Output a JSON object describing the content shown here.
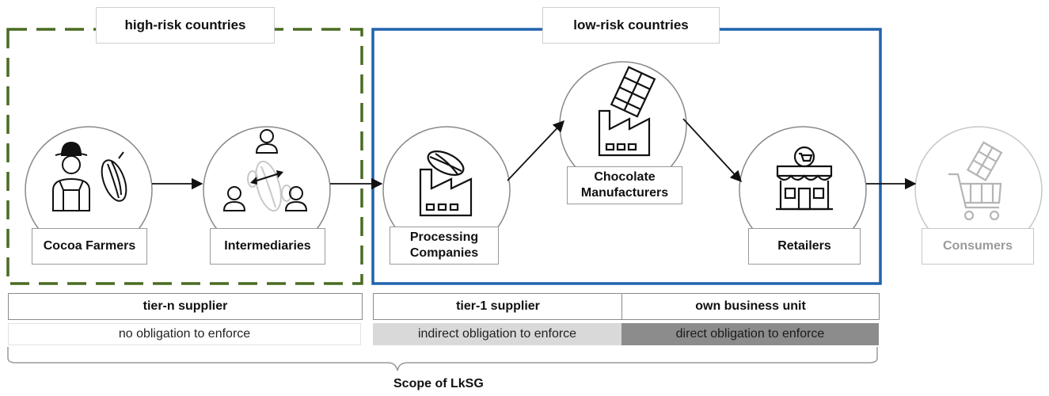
{
  "regions": {
    "high_risk": "high-risk countries",
    "low_risk": "low-risk countries"
  },
  "nodes": {
    "cocoa_farmers": "Cocoa Farmers",
    "intermediaries": "Intermediaries",
    "processing_companies": [
      "Processing",
      "Companies"
    ],
    "chocolate_manufacturers": [
      "Chocolate",
      "Manufacturers"
    ],
    "retailers": "Retailers",
    "consumers": "Consumers"
  },
  "tiers": {
    "tier_n": "tier-n supplier",
    "tier_1": "tier-1 supplier",
    "own_unit": "own business unit"
  },
  "obligations": {
    "none": "no obligation to enforce",
    "indirect": "indirect obligation to enforce",
    "direct": "direct obligation to enforce"
  },
  "scope": "Scope of LkSG",
  "colors": {
    "high_risk_border": "#4a6b22",
    "low_risk_border": "#1f63ad",
    "indirect_fill": "#d9d9d9",
    "direct_fill": "#8c8c8c",
    "line": "#111111",
    "light": "#b5b5b5"
  }
}
